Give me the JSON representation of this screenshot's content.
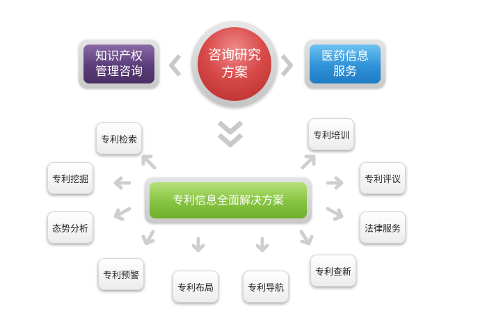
{
  "top": {
    "left_box": {
      "line1": "知识产权",
      "line2": "管理咨询",
      "color": "#5b3e79"
    },
    "center_circle": {
      "line1": "咨询研究",
      "line2": "方案",
      "color": "#d94b4b"
    },
    "right_box": {
      "line1": "医药信息",
      "line2": "服务",
      "color": "#2f92d8"
    }
  },
  "central": {
    "label": "专利信息全面解决方案",
    "color": "#86c340"
  },
  "services": [
    {
      "label": "专利检索"
    },
    {
      "label": "专利挖掘"
    },
    {
      "label": "态势分析"
    },
    {
      "label": "专利预警"
    },
    {
      "label": "专利布局"
    },
    {
      "label": "专利导航"
    },
    {
      "label": "专利查新"
    },
    {
      "label": "法律服务"
    },
    {
      "label": "专利评议"
    },
    {
      "label": "专利培训"
    }
  ]
}
